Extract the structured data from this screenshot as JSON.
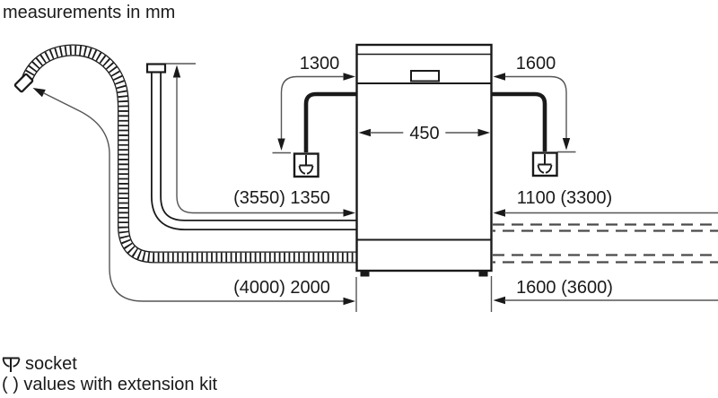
{
  "title": "measurements in mm",
  "diagram": {
    "appliance": "dishwasher-front-view",
    "width_mm": "450",
    "dims": {
      "left_power_cord": "1300",
      "right_power_cord": "1600",
      "supply_hose_left": "(3550) 1350",
      "supply_hose_right": "1100 (3300)",
      "drain_hose_left": "(4000) 2000",
      "drain_hose_right": "1600 (3600)"
    }
  },
  "legend": {
    "socket_label": "socket",
    "extension_note": "( ) values with extension kit"
  },
  "colors": {
    "line": "#1a1a1a",
    "dimension_line": "#555555",
    "dashed_hose": "#4a4a4a",
    "background": "#ffffff"
  }
}
